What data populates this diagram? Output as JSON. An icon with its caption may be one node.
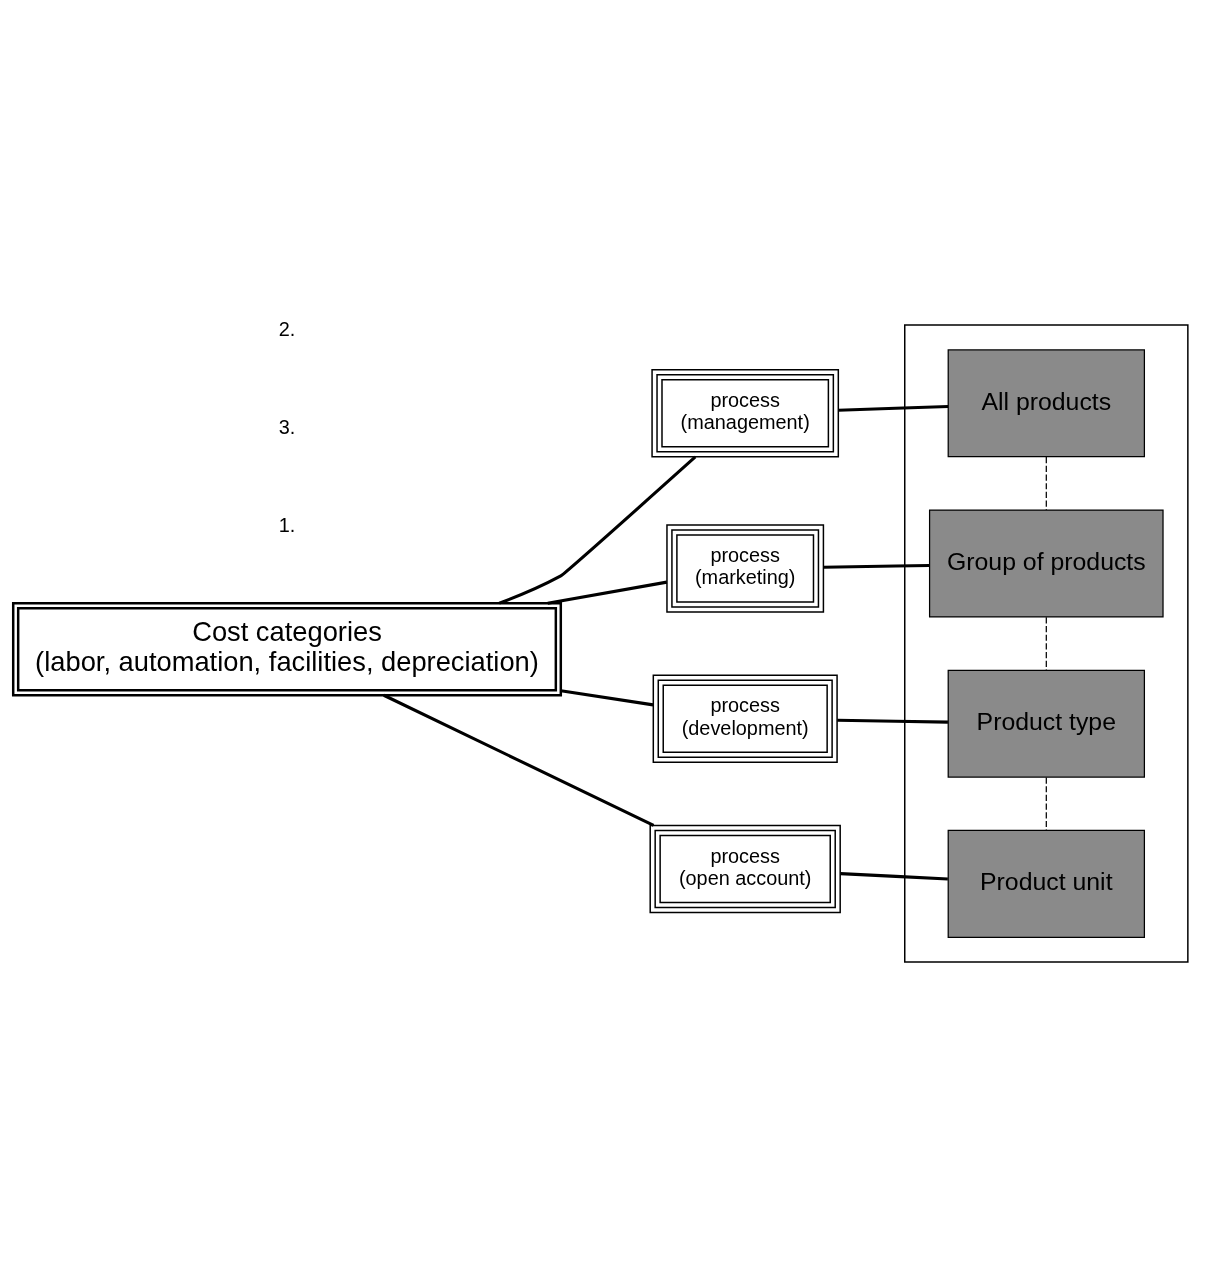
{
  "diagram": {
    "nodes": [
      {
        "text": [
          "Cost categories",
          "(labor, automation, facilities, depreciation)"
        ]
      },
      {
        "text": [
          "process",
          "(management)"
        ]
      },
      {
        "text": [
          "process",
          "(marketing)"
        ]
      },
      {
        "text": [
          "process",
          "(development)"
        ]
      },
      {
        "text": [
          "process",
          "(open account)"
        ]
      },
      {
        "text": [],
        "shape": "box"
      },
      {
        "text": [
          "All products"
        ],
        "in": 5
      },
      {
        "text": [
          "Group of products"
        ],
        "in": 5
      },
      {
        "text": [
          "Product type"
        ],
        "in": 5
      },
      {
        "text": [
          "Product unit"
        ],
        "in": 5
      }
    ],
    "edges": [
      {
        "from": 0,
        "to": 1,
        "arrow": "none"
      },
      {
        "from": 0,
        "to": 2,
        "arrow": "none"
      },
      {
        "from": 0,
        "to": 3,
        "arrow": "none"
      },
      {
        "from": 0,
        "to": 4,
        "arrow": "none"
      },
      {
        "from": 1,
        "to": 6,
        "arrow": "none"
      },
      {
        "from": 2,
        "to": 7,
        "arrow": "none"
      },
      {
        "from": 3,
        "to": 8,
        "arrow": "none"
      },
      {
        "from": 4,
        "to": 9,
        "arrow": "none"
      },
      {
        "from": 6,
        "to": 7,
        "arrow": "none",
        "style": "dashed"
      },
      {
        "from": 7,
        "to": 8,
        "arrow": "none",
        "style": "dashed"
      },
      {
        "from": 8,
        "to": 9,
        "arrow": "none",
        "style": "dashed"
      }
    ],
    "labels": [
      "1.",
      "3.",
      "2."
    ]
  }
}
